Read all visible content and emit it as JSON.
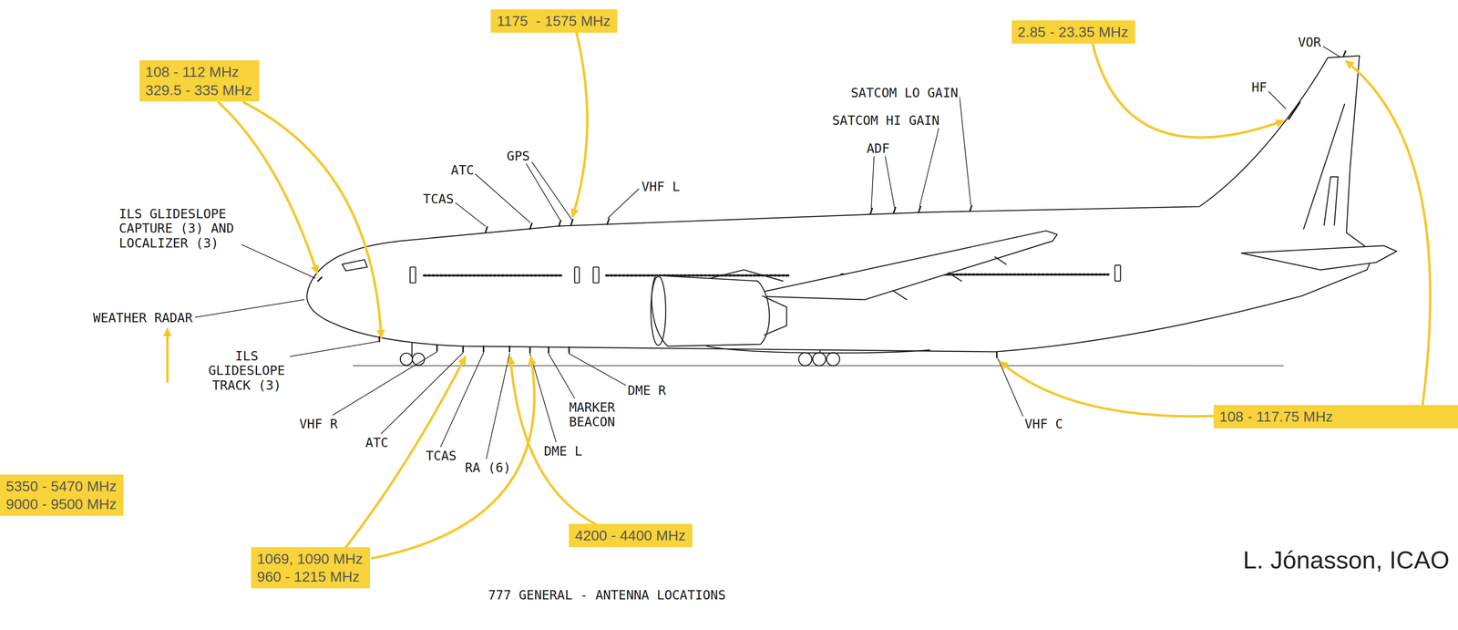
{
  "diagram": {
    "caption": "777 GENERAL - ANTENNA LOCATIONS",
    "nodes": [
      {
        "text": [
          "108 - 112 MHz",
          "329.5 - 335 MHz"
        ]
      },
      {
        "text": [
          "1175  - 1575 MHz"
        ]
      },
      {
        "text": [
          "2.85 - 23.35 MHz"
        ]
      },
      {
        "text": [
          "108 - 117.75 MHz"
        ]
      },
      {
        "text": [
          "5350 - 5470 MHz",
          "9000 - 9500 MHz"
        ]
      },
      {
        "text": [
          "1069, 1090 MHz",
          "960 - 1215 MHz"
        ]
      },
      {
        "text": [
          "4200 - 4400 MHz"
        ]
      }
    ],
    "labels": [
      "VOR",
      "HF",
      "SATCOM LO GAIN",
      "SATCOM HI GAIN",
      "ADF",
      "GPS",
      "ATC",
      "TCAS",
      "VHF L",
      "ILS GLIDESLOPE CAPTURE (3) AND LOCALIZER (3)",
      "WEATHER RADAR",
      "ILS GLIDESLOPE TRACK (3)",
      "VHF R",
      "ATC",
      "TCAS",
      "RA (6)",
      "DME L",
      "MARKER BEACON",
      "DME R",
      "VHF C",
      "L. Jónasson, ICAO"
    ]
  }
}
